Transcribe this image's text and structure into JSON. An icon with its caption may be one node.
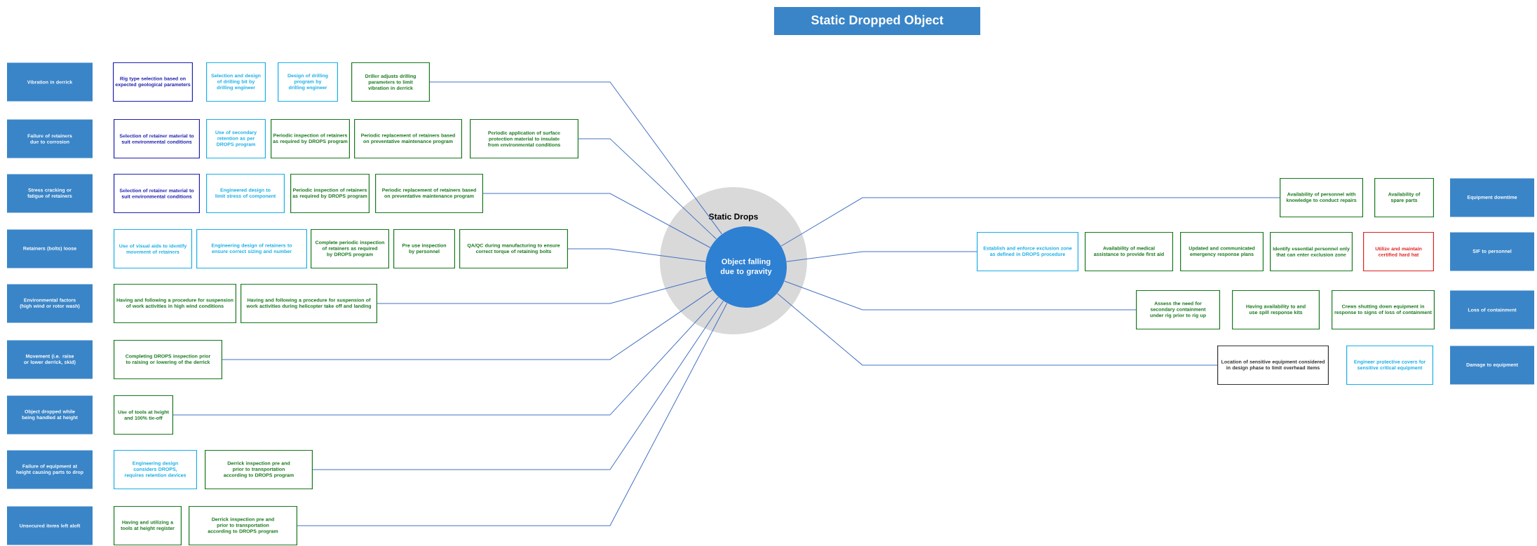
{
  "diagram": {
    "title": "Static Dropped Object",
    "nodes": [
      {
        "text": [
          "Vibration in derrick"
        ]
      },
      {
        "text": [
          "Rig type selection based on expected geological parameters"
        ]
      },
      {
        "text": [
          "Selection and design of drilling bit by drilling engineer"
        ]
      },
      {
        "text": [
          "Design of drilling program by drilling engineer"
        ]
      },
      {
        "text": [
          "Driller adjusts drilling parameters to limit vibration in derrick"
        ]
      },
      {
        "text": [
          "Failure of retainers due to corrosion"
        ]
      },
      {
        "text": [
          "Selection of retainer material to suit environmental conditions"
        ]
      },
      {
        "text": [
          "Use of secondary retention as per DROPS program"
        ]
      },
      {
        "text": [
          "Periodic inspection of retainers as required by DROPS program"
        ]
      },
      {
        "text": [
          "Periodic replacement of retainers based on preventative maintenance program"
        ]
      },
      {
        "text": [
          "Periodic application of surface protection material to insulate from environmental conditions"
        ]
      },
      {
        "text": [
          "Stress cracking or fatigue of retainers"
        ]
      },
      {
        "text": [
          "Selection of retainer material to suit environmental conditions"
        ]
      },
      {
        "text": [
          "Engineered design to limit stress of component"
        ]
      },
      {
        "text": [
          "Periodic inspection of retainers as required by DROPS program"
        ]
      },
      {
        "text": [
          "Periodic replacement of retainers based on preventative maintenance program"
        ]
      },
      {
        "text": [
          "Retainers (bolts) loose"
        ]
      },
      {
        "text": [
          "Use of visual aids to identify movement of retainers"
        ]
      },
      {
        "text": [
          "Engineering design of retainers to ensure correct sizing and number"
        ]
      },
      {
        "text": [
          "Complete periodic inspection of retainers as required by DROPS program"
        ]
      },
      {
        "text": [
          "Pre use inspection by personnel"
        ]
      },
      {
        "text": [
          "QA/QC during manufacturing to ensure correct torque of retaining bolts"
        ]
      },
      {
        "text": [
          "Environmental factors (high wind or rotor wash)"
        ]
      },
      {
        "text": [
          "Having and following a procedure for suspension of work activities in high wind conditions"
        ]
      },
      {
        "text": [
          "Having and following a procedure for suspension of work activities during helicopter take off and landing"
        ]
      },
      {
        "text": [
          "Movement (i.e. raise or lower derrick, skid)"
        ]
      },
      {
        "text": [
          "Completing DROPS inspection prior to raising or lowering of the derrick"
        ]
      },
      {
        "text": [
          "Object dropped while being handled at height"
        ]
      },
      {
        "text": [
          "Use of tools at height and 100% tie-off"
        ]
      },
      {
        "text": [
          "Failure of equipment at height causing parts to drop"
        ]
      },
      {
        "text": [
          "Engineering design considers DROPS, requires retention devices"
        ]
      },
      {
        "text": [
          "Derrick inspection pre and prior to transportation according to DROPS program"
        ]
      },
      {
        "text": [
          "Unsecured items left aloft"
        ]
      },
      {
        "text": [
          "Having and utilizing a tools at height register"
        ]
      },
      {
        "text": [
          "Derrick inspection pre and prior to transportation according to DROPS program"
        ]
      },
      {
        "text": [
          "Static Drops"
        ]
      },
      {
        "text": [
          "Object falling due to gravity"
        ],
        "in": 35
      },
      {
        "text": [
          "Availability of personnel with knowledge to conduct repairs"
        ]
      },
      {
        "text": [
          "Availability of spare parts"
        ]
      },
      {
        "text": [
          "Equipment downtime"
        ]
      },
      {
        "text": [
          "Establish and enforce exclusion zone as defined in DROPS procedure"
        ]
      },
      {
        "text": [
          "Availability of medical assistance to provide first aid"
        ]
      },
      {
        "text": [
          "Updated and communicated emergency response plans"
        ]
      },
      {
        "text": [
          "Identify essential personnel only that can enter exclusion zone"
        ]
      },
      {
        "text": [
          "Utilize and maintain certified hard hat"
        ]
      },
      {
        "text": [
          "SIF to personnel"
        ]
      },
      {
        "text": [
          "Assess the need for secondary containment under rig prior to rig up"
        ]
      },
      {
        "text": [
          "Having availability to and use spill response kits"
        ]
      },
      {
        "text": [
          "Crews shutting down equipment in response to signs of loss of containment"
        ]
      },
      {
        "text": [
          "Loss of containment"
        ]
      },
      {
        "text": [
          "Location of sensitive equipment considered in design phase to limit overhead items"
        ]
      },
      {
        "text": [
          "Engineer protective covers for sensitive critical equipment"
        ]
      },
      {
        "text": [
          "Damage to equipment"
        ]
      }
    ],
    "edges": [
      {
        "from": 4,
        "to": 36,
        "arrow": "none"
      },
      {
        "from": 10,
        "to": 36,
        "arrow": "none"
      },
      {
        "from": 15,
        "to": 36,
        "arrow": "none"
      },
      {
        "from": 21,
        "to": 36,
        "arrow": "none"
      },
      {
        "from": 24,
        "to": 36,
        "arrow": "none"
      },
      {
        "from": 26,
        "to": 36,
        "arrow": "none"
      },
      {
        "from": 28,
        "to": 36,
        "arrow": "none"
      },
      {
        "from": 31,
        "to": 36,
        "arrow": "none"
      },
      {
        "from": 34,
        "to": 36,
        "arrow": "none"
      },
      {
        "from": 36,
        "to": 37,
        "arrow": "none"
      },
      {
        "from": 36,
        "to": 40,
        "arrow": "none"
      },
      {
        "from": 36,
        "to": 46,
        "arrow": "none"
      },
      {
        "from": 36,
        "to": 50,
        "arrow": "none"
      }
    ]
  }
}
